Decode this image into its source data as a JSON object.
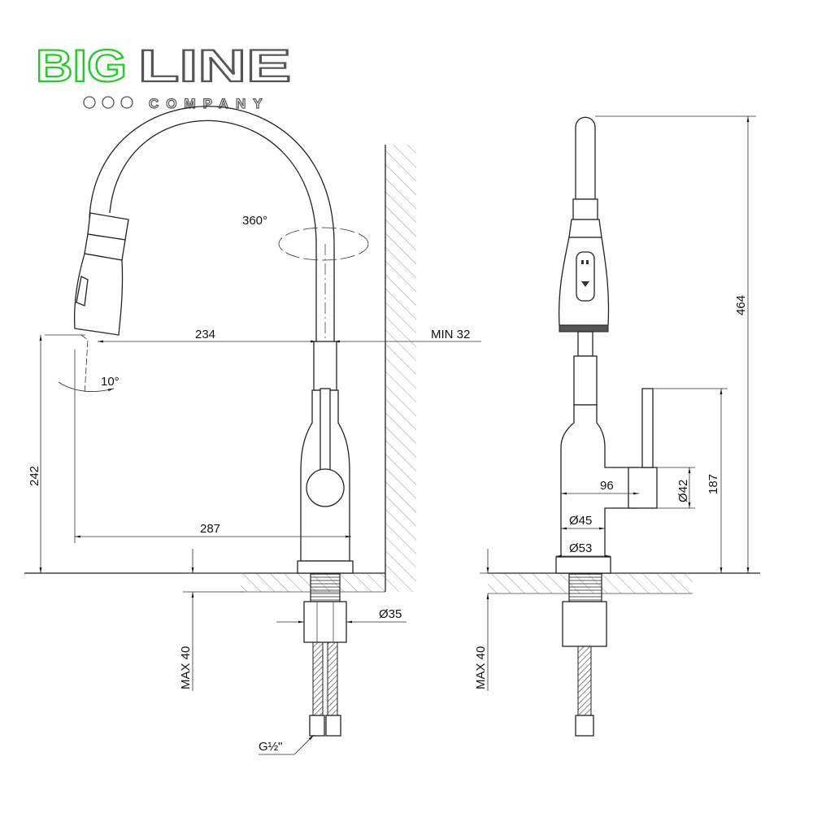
{
  "logo": {
    "part1": "BIG",
    "part2": "LINE",
    "tagline": "COMPANY",
    "color_green": "#22cc22",
    "color_gray": "#555555"
  },
  "front_view": {
    "rotation": "360°",
    "spout_reach": "234",
    "wall_clearance": "MIN 32",
    "spray_angle": "10°",
    "spout_height": "242",
    "base_reach": "287",
    "shank_diameter": "Ø35",
    "max_thickness": "MAX 40",
    "thread": "G½\""
  },
  "side_view": {
    "total_height": "464",
    "handle_height": "187",
    "handle_diameter": "Ø42",
    "handle_reach": "96",
    "body_diameter": "Ø45",
    "base_diameter": "Ø53",
    "max_thickness": "MAX 40"
  }
}
